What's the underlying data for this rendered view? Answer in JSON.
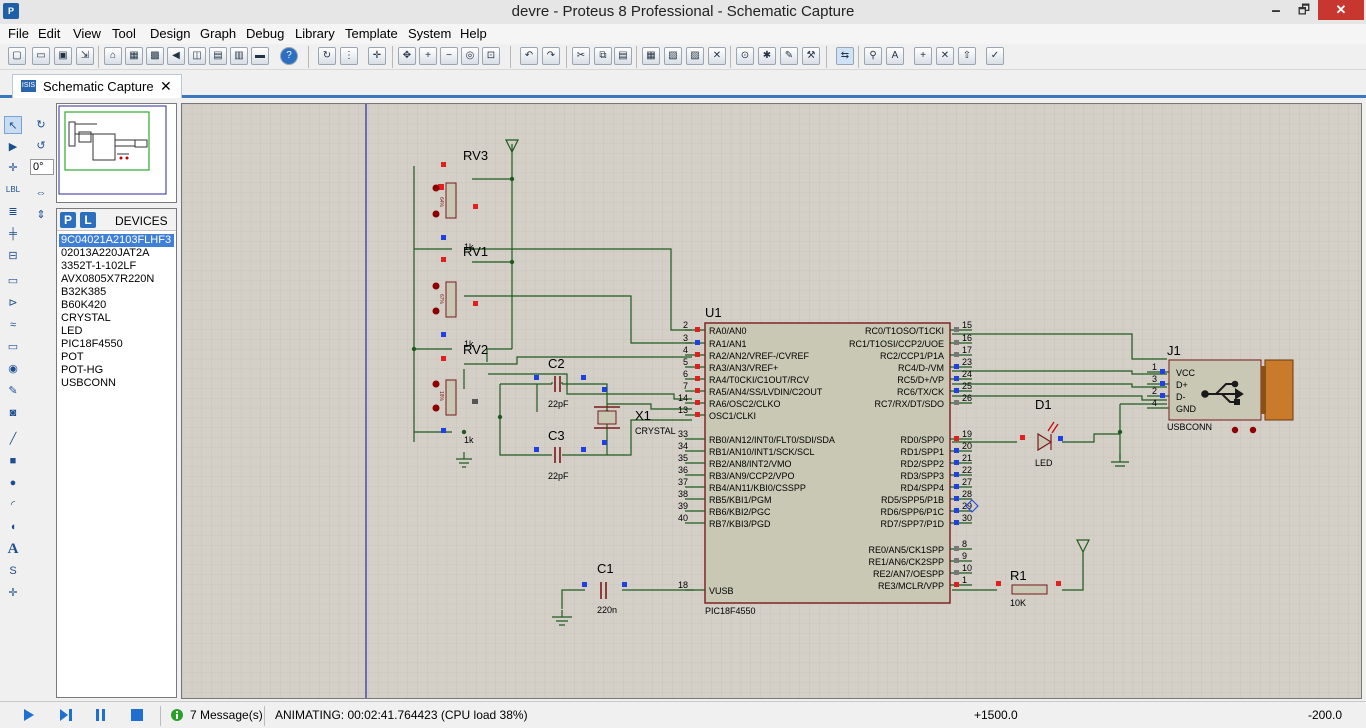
{
  "window": {
    "title": "devre - Proteus 8 Professional - Schematic Capture",
    "min": "🗕",
    "max": "🗗",
    "close": "✕"
  },
  "menu": [
    "File",
    "Edit",
    "View",
    "Tool",
    "Design",
    "Graph",
    "Debug",
    "Library",
    "Template",
    "System",
    "Help"
  ],
  "tab": {
    "label": "Schematic Capture",
    "close": "✕"
  },
  "rotation": {
    "angle": "0°"
  },
  "devices": {
    "title": "DEVICES",
    "pick_p": "P",
    "pick_l": "L",
    "items": [
      "9C04021A2103FLHF3",
      "02013A220JAT2A",
      "3352T-1-102LF",
      "AVX0805X7R220N",
      "B32K385",
      "B60K420",
      "CRYSTAL",
      "LED",
      "PIC18F4550",
      "POT",
      "POT-HG",
      "USBCONN"
    ],
    "selected_index": 0
  },
  "schematic": {
    "u1": {
      "ref": "U1",
      "part": "PIC18F4550",
      "left_pins": [
        [
          "2",
          "RA0/AN0"
        ],
        [
          "3",
          "RA1/AN1"
        ],
        [
          "4",
          "RA2/AN2/VREF-/CVREF"
        ],
        [
          "5",
          "RA3/AN3/VREF+"
        ],
        [
          "6",
          "RA4/T0CKI/C1OUT/RCV"
        ],
        [
          "7",
          "RA5/AN4/SS/LVDIN/C2OUT"
        ],
        [
          "14",
          "RA6/OSC2/CLKO"
        ],
        [
          "13",
          "OSC1/CLKI"
        ],
        [
          "33",
          "RB0/AN12/INT0/FLT0/SDI/SDA"
        ],
        [
          "34",
          "RB1/AN10/INT1/SCK/SCL"
        ],
        [
          "35",
          "RB2/AN8/INT2/VMO"
        ],
        [
          "36",
          "RB3/AN9/CCP2/VPO"
        ],
        [
          "37",
          "RB4/AN11/KBI0/CSSPP"
        ],
        [
          "38",
          "RB5/KBI1/PGM"
        ],
        [
          "39",
          "RB6/KBI2/PGC"
        ],
        [
          "40",
          "RB7/KBI3/PGD"
        ],
        [
          "18",
          "VUSB"
        ]
      ],
      "right_pins": [
        [
          "15",
          "RC0/T1OSO/T1CKI"
        ],
        [
          "16",
          "RC1/T1OSI/CCP2/UOE"
        ],
        [
          "17",
          "RC2/CCP1/P1A"
        ],
        [
          "23",
          "RC4/D-/VM"
        ],
        [
          "24",
          "RC5/D+/VP"
        ],
        [
          "25",
          "RC6/TX/CK"
        ],
        [
          "26",
          "RC7/RX/DT/SDO"
        ],
        [
          "19",
          "RD0/SPP0"
        ],
        [
          "20",
          "RD1/SPP1"
        ],
        [
          "21",
          "RD2/SPP2"
        ],
        [
          "22",
          "RD3/SPP3"
        ],
        [
          "27",
          "RD4/SPP4"
        ],
        [
          "28",
          "RD5/SPP5/P1B"
        ],
        [
          "29",
          "RD6/SPP6/P1C"
        ],
        [
          "30",
          "RD7/SPP7/P1D"
        ],
        [
          "8",
          "RE0/AN5/CK1SPP"
        ],
        [
          "9",
          "RE1/AN6/CK2SPP"
        ],
        [
          "10",
          "RE2/AN7/OESPP"
        ],
        [
          "1",
          "RE3/MCLR/VPP"
        ]
      ]
    },
    "rv3": {
      "ref": "RV3",
      "val": "1k",
      "pct": "64%"
    },
    "rv1": {
      "ref": "RV1",
      "val": "1k",
      "pct": "67%"
    },
    "rv2": {
      "ref": "RV2",
      "val": "1k",
      "pct": "18%"
    },
    "c2": {
      "ref": "C2",
      "val": "22pF"
    },
    "c3": {
      "ref": "C3",
      "val": "22pF"
    },
    "x1": {
      "ref": "X1",
      "val": "CRYSTAL"
    },
    "c1": {
      "ref": "C1",
      "val": "220n"
    },
    "d1": {
      "ref": "D1",
      "val": "LED"
    },
    "r1": {
      "ref": "R1",
      "val": "10K"
    },
    "j1": {
      "ref": "J1",
      "part": "USBCONN",
      "pins": [
        [
          "1",
          "VCC"
        ],
        [
          "3",
          "D+"
        ],
        [
          "2",
          "D-"
        ],
        [
          "4",
          "GND"
        ]
      ]
    }
  },
  "status": {
    "messages": "7 Message(s)",
    "animating": "ANIMATING: 00:02:41.764423 (CPU load 38%)",
    "x": "+1500.0",
    "y": "-200.0"
  },
  "colors": {
    "canvas": "#d4d0c8",
    "grid": "#b8b4aa",
    "wire": "#1e5a1e",
    "body": "#c8c8b4",
    "outline": "#7a1a1a",
    "pin_red": "#e02020",
    "pin_blue": "#2040e0",
    "sel_blue": "#3f7fd6"
  }
}
